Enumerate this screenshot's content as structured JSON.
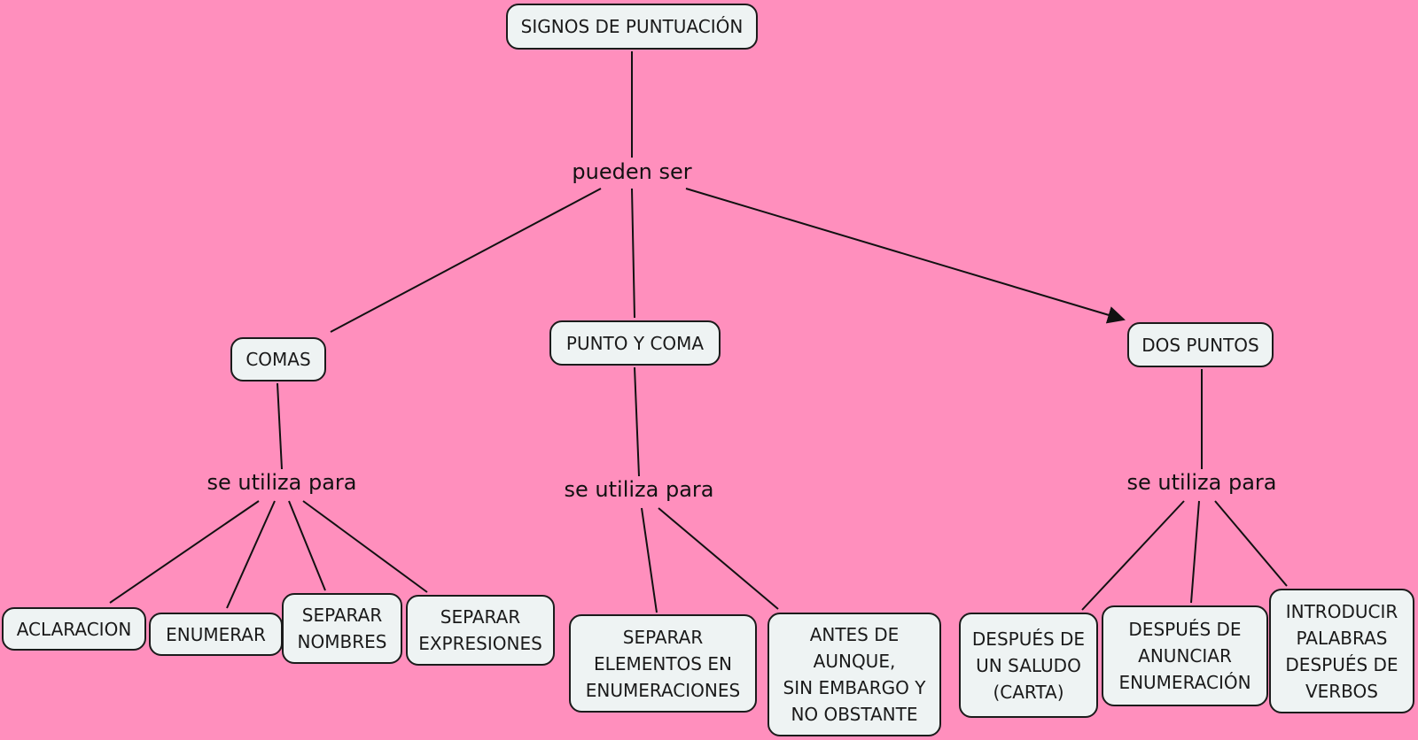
{
  "colors": {
    "background": "#ff8fbd",
    "node_fill": "#eef3f3",
    "node_border": "#1b1b1b",
    "line": "#111111"
  },
  "root": "SIGNOS DE PUNTUACIÓN",
  "root_link": "pueden ser",
  "branches": [
    {
      "concept": "COMAS",
      "link": "se utiliza para",
      "uses": [
        "ACLARACION",
        "ENUMERAR",
        "SEPARAR\nNOMBRES",
        "SEPARAR\nEXPRESIONES"
      ]
    },
    {
      "concept": "PUNTO Y COMA",
      "link": "se utiliza para",
      "uses": [
        "SEPARAR\nELEMENTOS  EN\nENUMERACIONES",
        "ANTES DE\nAUNQUE,\nSIN EMBARGO Y\nNO OBSTANTE"
      ]
    },
    {
      "concept": "DOS PUNTOS",
      "link": "se utiliza para",
      "uses": [
        "DESPUÉS DE\nUN SALUDO\n(CARTA)",
        "DESPUÉS DE\nANUNCIAR\nENUMERACIÓN",
        "INTRODUCIR\nPALABRAS\nDESPUÉS DE\nVERBOS"
      ]
    }
  ]
}
